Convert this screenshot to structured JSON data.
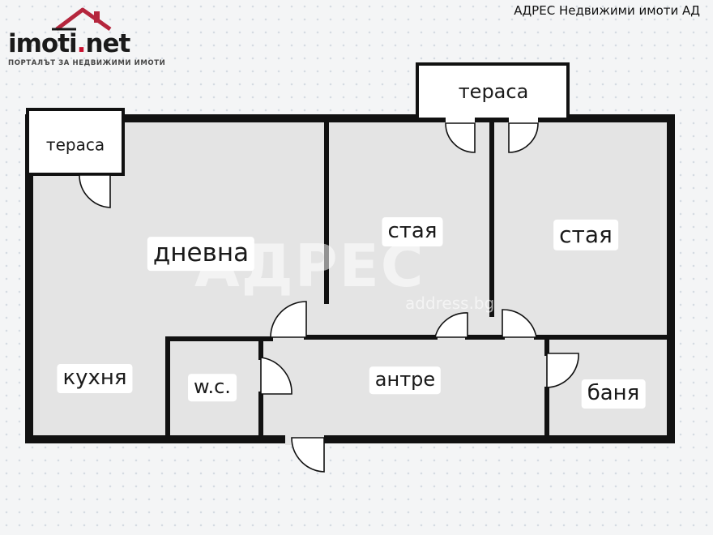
{
  "logo": {
    "brand_main": "imoti",
    "brand_dot": ".",
    "brand_tld": "net",
    "tagline": "ПОРТАЛЪТ ЗА НЕДВИЖИМИ ИМОТИ",
    "roof_color": "#b5263d"
  },
  "agency": "АДРЕС Недвижими имоти АД",
  "watermark": {
    "text": "АДРЕС",
    "sub": "address.bg"
  },
  "rooms": {
    "terrace_left": "тераса",
    "terrace_top": "тераса",
    "living": "дневна",
    "room_1": "стая",
    "room_2": "стая",
    "kitchen": "кухня",
    "wc": "w.c.",
    "hall": "антре",
    "bath": "баня"
  },
  "colors": {
    "wall": "#111111",
    "floor": "#e4e4e4",
    "terrace": "#ffffff",
    "label_bg": "#ffffff"
  }
}
